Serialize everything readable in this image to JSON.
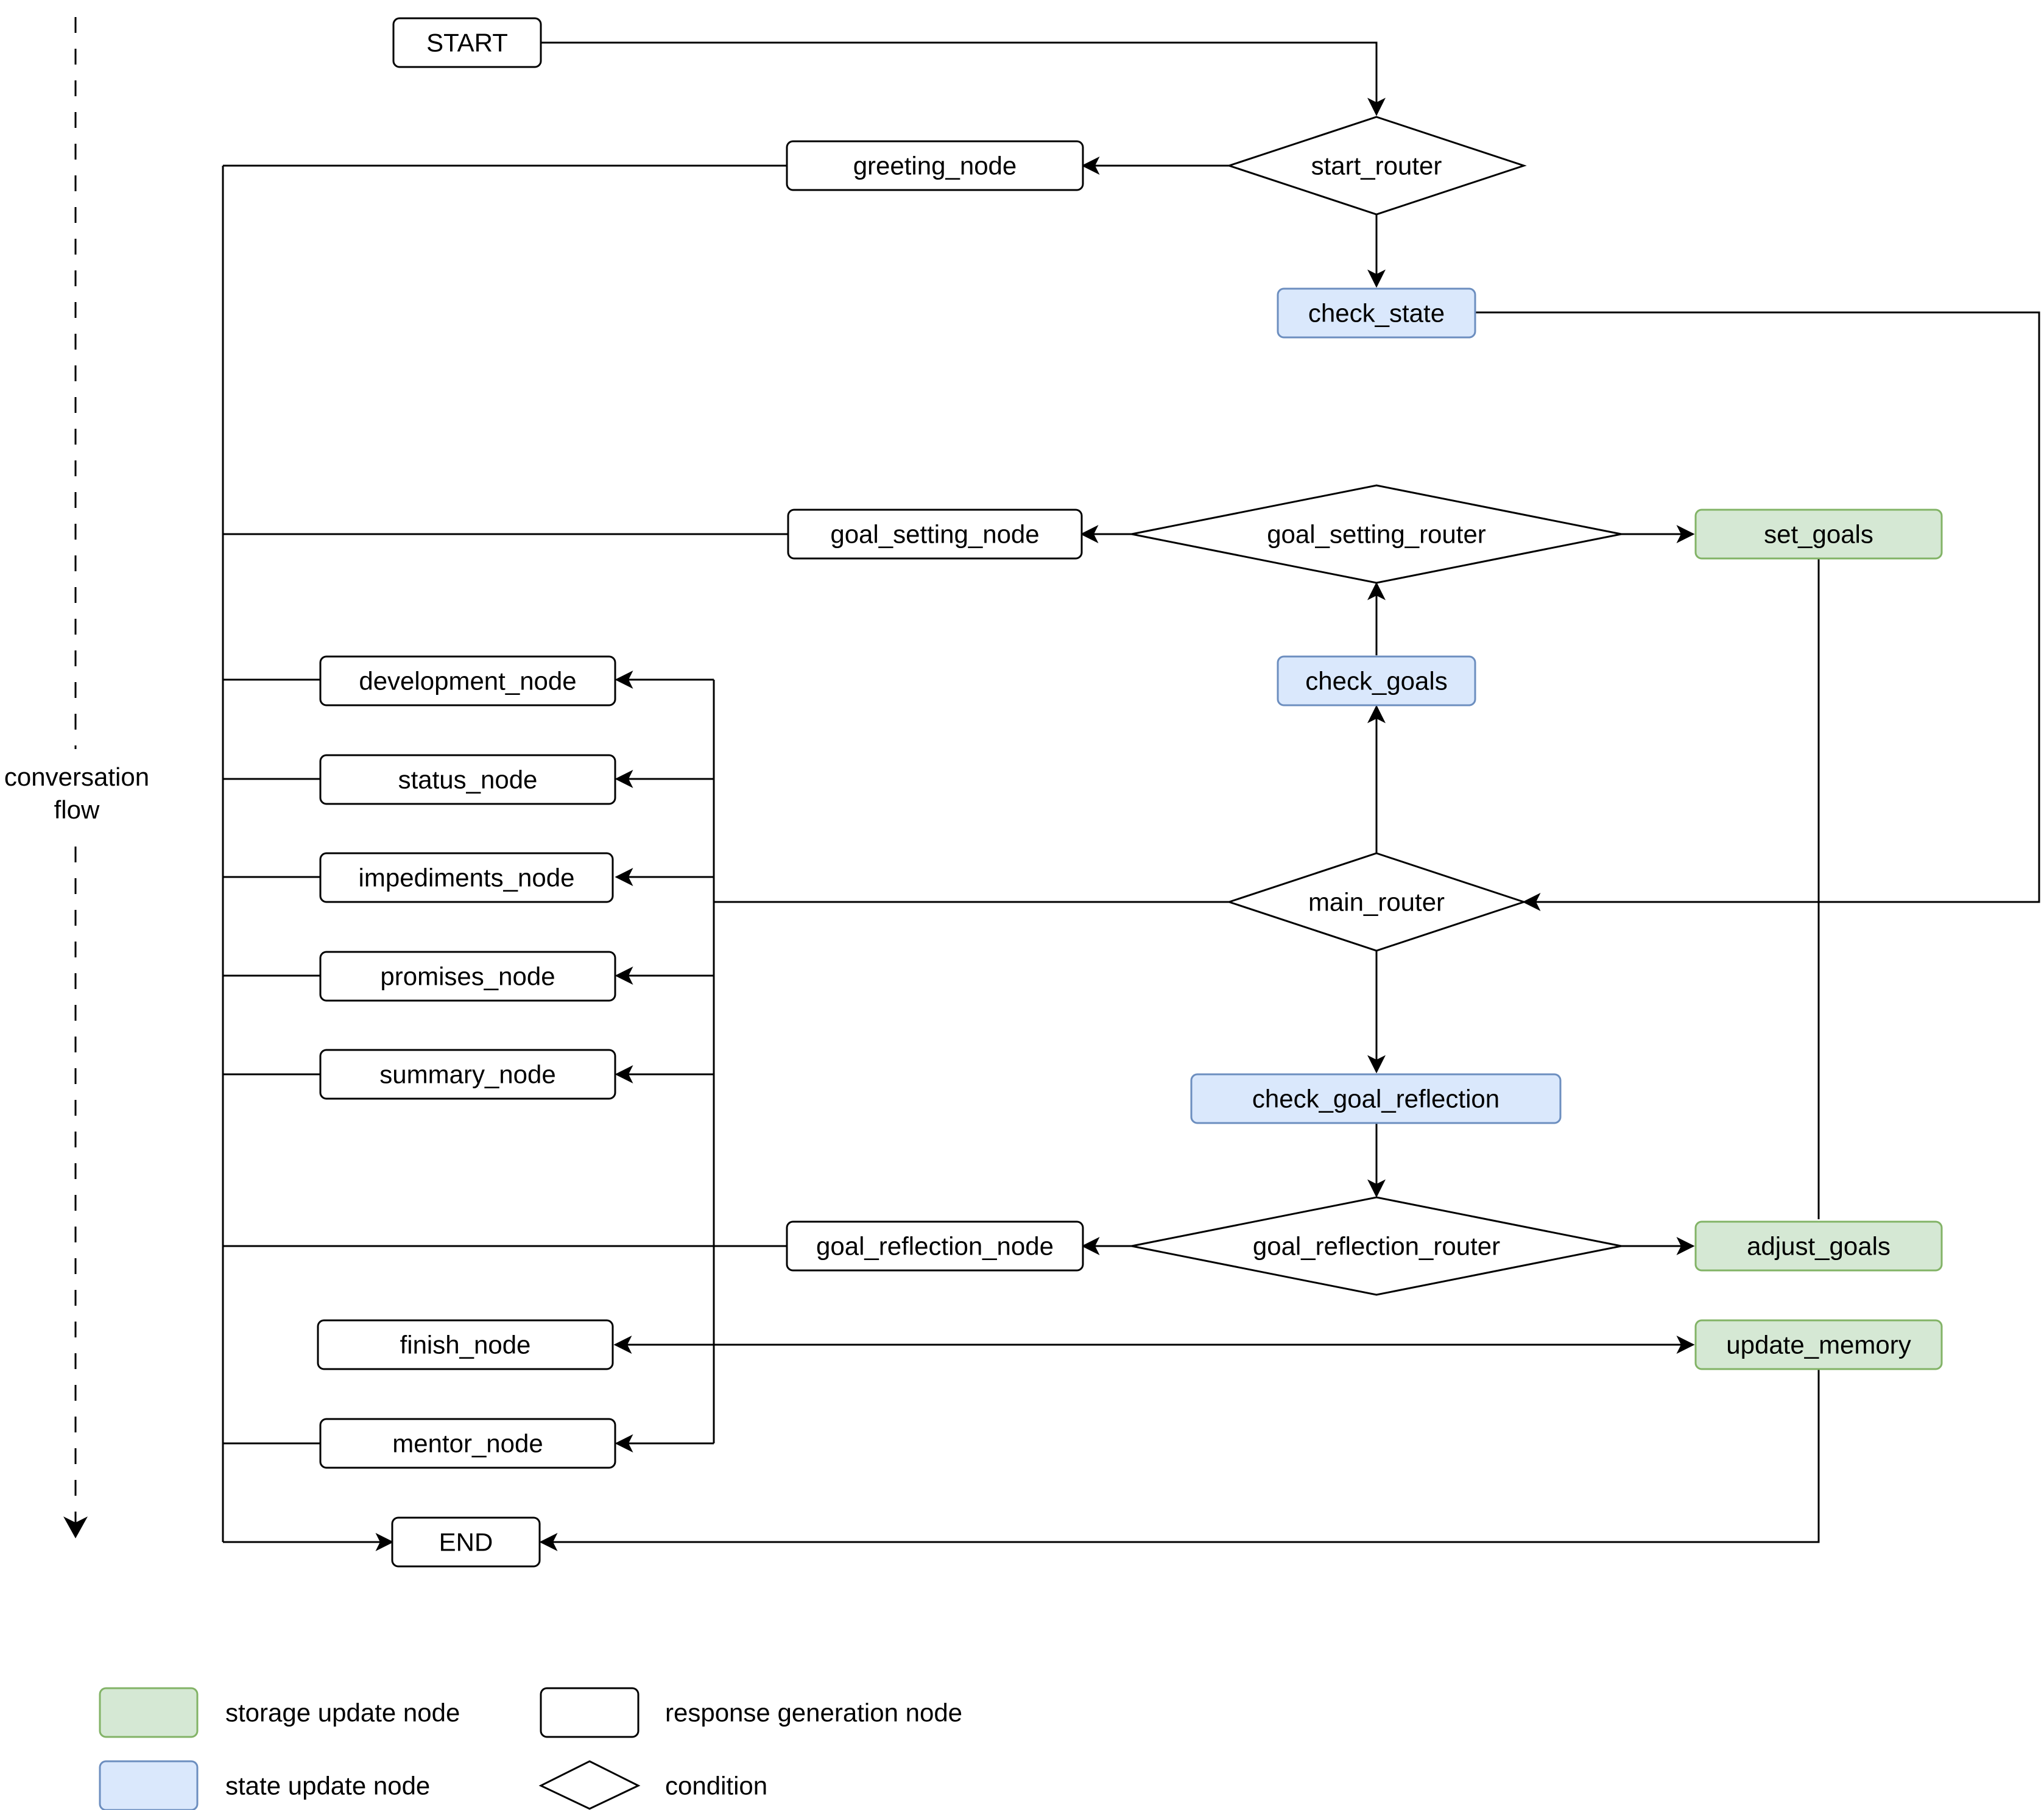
{
  "flow_label": {
    "line1": "conversation",
    "line2": "flow"
  },
  "colors": {
    "response": "#ffffff",
    "response_border": "#000000",
    "state": "#dae8fc",
    "state_border": "#6c8ebf",
    "storage": "#d5e8d4",
    "storage_border": "#82b366"
  },
  "nodes": {
    "start": "START",
    "start_router": "start_router",
    "greeting_node": "greeting_node",
    "check_state": "check_state",
    "goal_setting_node": "goal_setting_node",
    "goal_setting_router": "goal_setting_router",
    "set_goals": "set_goals",
    "check_goals": "check_goals",
    "development_node": "development_node",
    "status_node": "status_node",
    "impediments_node": "impediments_node",
    "main_router": "main_router",
    "promises_node": "promises_node",
    "summary_node": "summary_node",
    "check_goal_reflection": "check_goal_reflection",
    "goal_reflection_node": "goal_reflection_node",
    "goal_reflection_router": "goal_reflection_router",
    "adjust_goals": "adjust_goals",
    "finish_node": "finish_node",
    "update_memory": "update_memory",
    "mentor_node": "mentor_node",
    "end": "END"
  },
  "legend": {
    "storage": "storage update node",
    "state": "state update node",
    "response": "response generation node",
    "condition": "condition"
  }
}
